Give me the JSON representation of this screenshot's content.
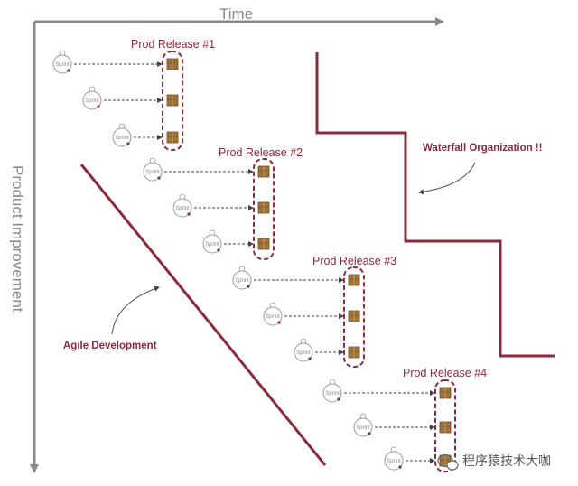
{
  "axes": {
    "x_label": "Time",
    "y_label": "Product Improvement"
  },
  "releases": [
    {
      "label": "Prod Release #1"
    },
    {
      "label": "Prod Release #2"
    },
    {
      "label": "Prod Release #3"
    },
    {
      "label": "Prod Release #4"
    }
  ],
  "sprint_label": "Sprint",
  "annotations": {
    "agile": "Agile Development",
    "waterfall": "Waterfall Organization !!"
  },
  "watermark": "程序猿技术大咖",
  "colors": {
    "accent": "#8b2a3a",
    "axis": "#8a8a8a",
    "box": "#a0733a"
  }
}
